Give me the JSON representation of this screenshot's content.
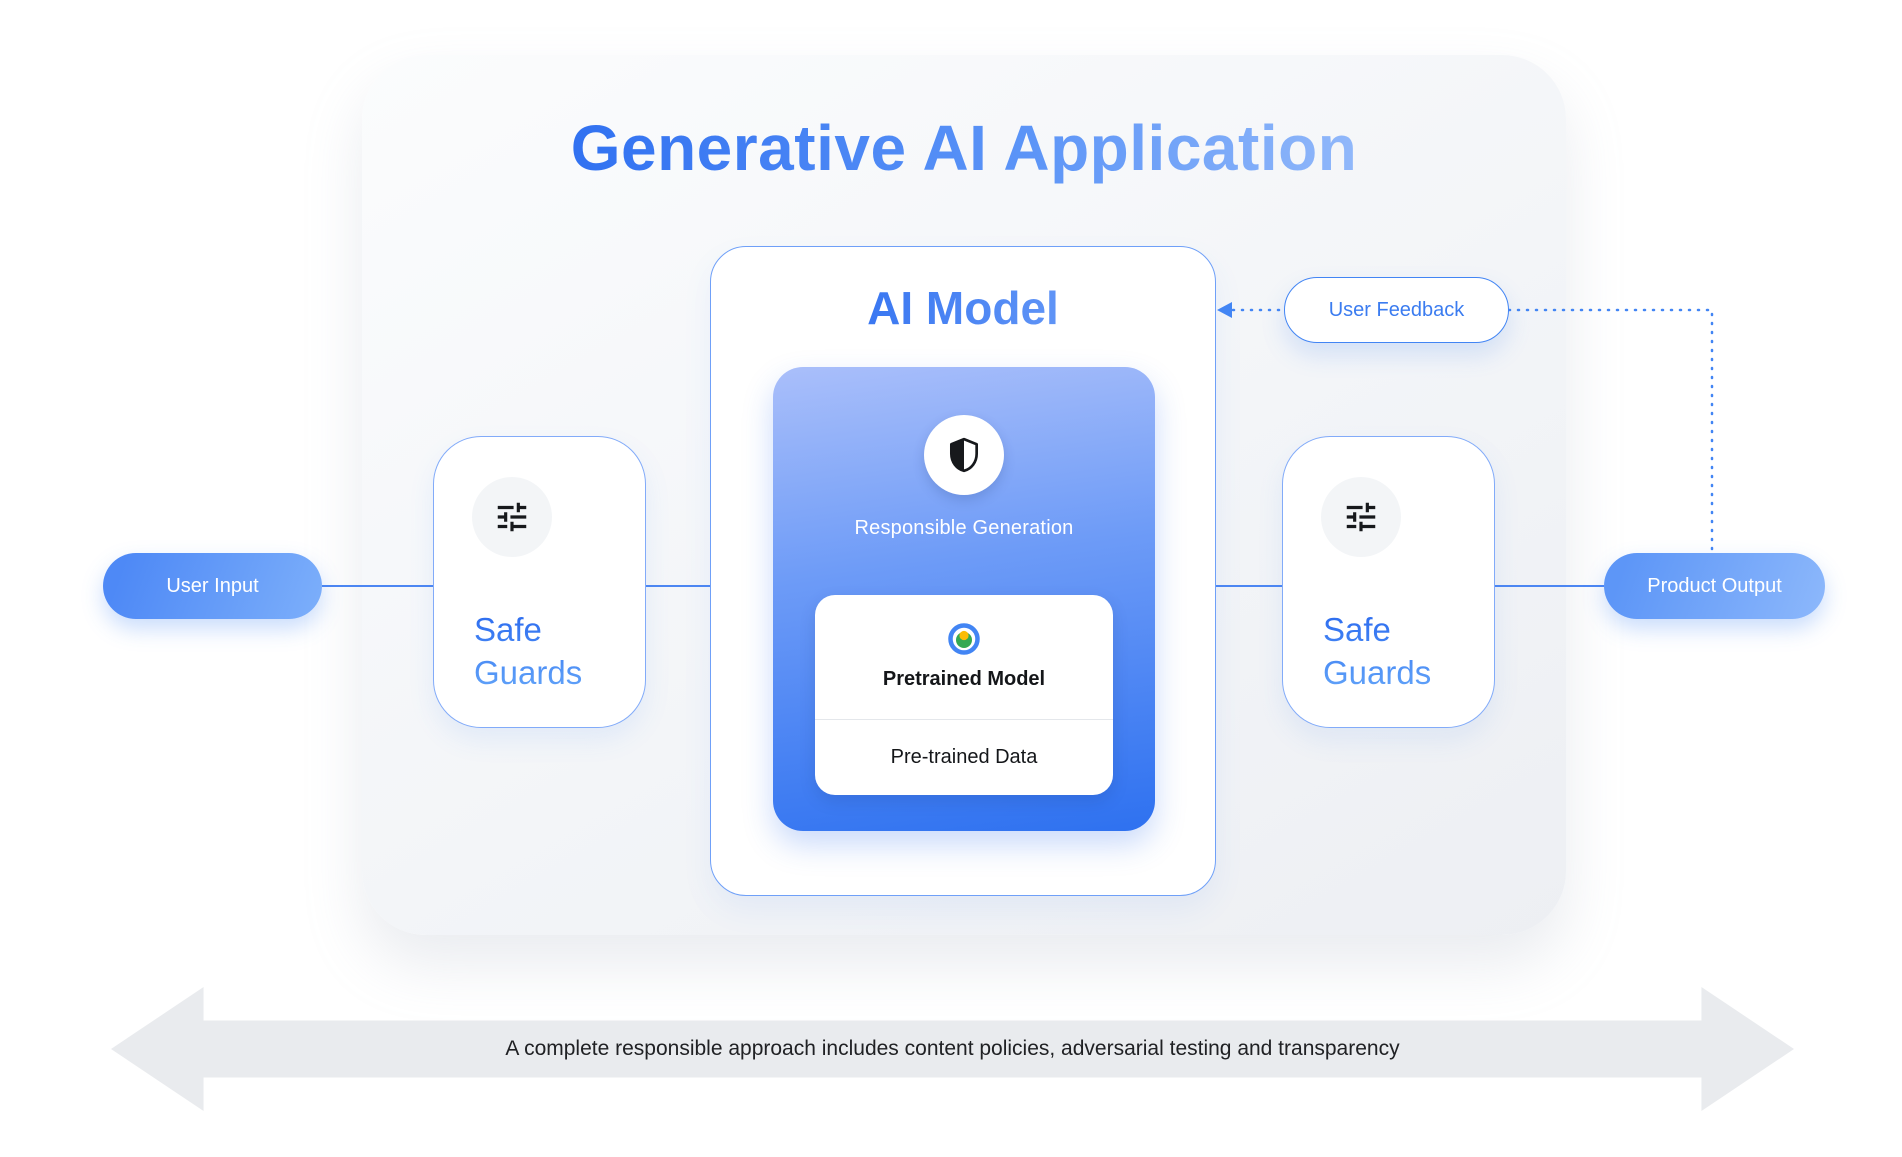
{
  "title": "Generative AI Application",
  "ai_model": {
    "title": "AI Model",
    "responsible_card": {
      "label": "Responsible Generation",
      "icon": "shield-icon"
    },
    "pretrained_card": {
      "model_label": "Pretrained Model",
      "data_label": "Pre-trained Data",
      "icon": "model-icon"
    }
  },
  "safeguards": {
    "left": {
      "label": "Safe Guards",
      "icon": "tune-icon"
    },
    "right": {
      "label": "Safe Guards",
      "icon": "tune-icon"
    }
  },
  "nodes": {
    "user_input": "User Input",
    "product_output": "Product Output",
    "user_feedback": "User Feedback"
  },
  "banner": {
    "text": "A complete responsible approach includes content policies, adversarial testing and transparency"
  },
  "colors": {
    "accent_blue": "#4285f4",
    "title_gradient_start": "#2b6cf0",
    "title_gradient_end": "#a9c8fb",
    "card_gradient_top": "#aabffa",
    "card_gradient_bottom": "#2e71f0",
    "pill_gradient_start": "#4e89f6",
    "pill_gradient_end": "#7aadfa",
    "banner_gray": "#e9ebee",
    "icon_green": "#34a853",
    "icon_yellow": "#fbbc04"
  }
}
